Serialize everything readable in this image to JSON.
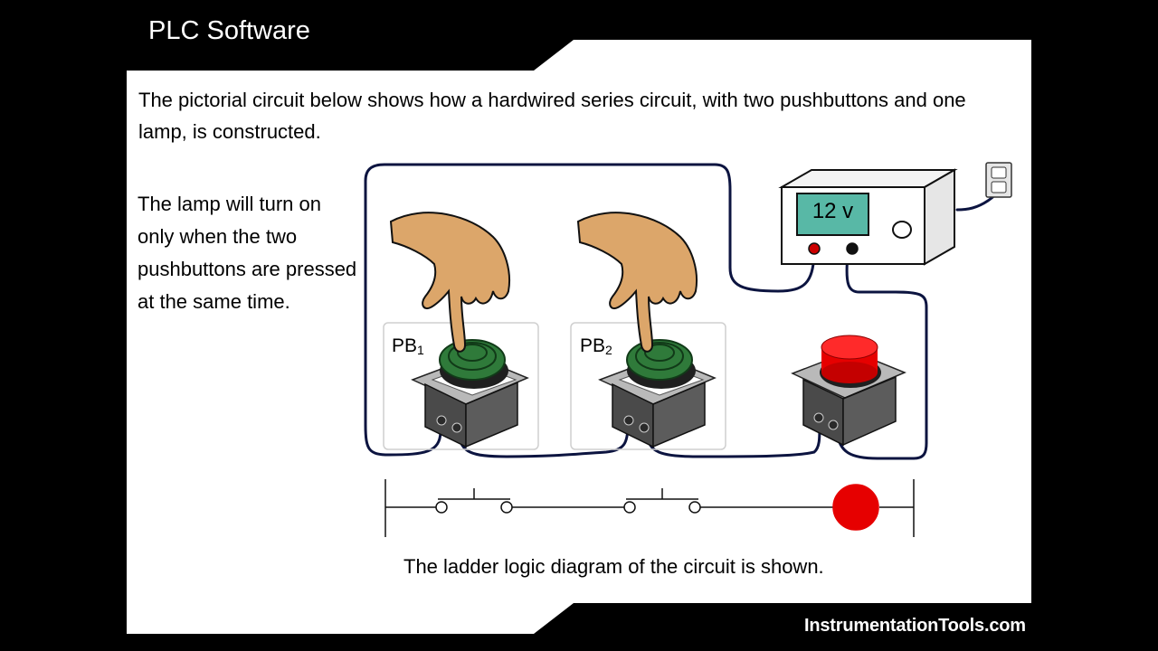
{
  "header": {
    "title": "PLC Software"
  },
  "intro": {
    "text": "The pictorial circuit below shows how a hardwired series circuit, with two pushbuttons and one lamp, is constructed."
  },
  "side_note": {
    "text": "The lamp will turn on only when the two pushbuttons are pressed at the same time."
  },
  "circuit": {
    "pb1": {
      "label": "PB",
      "sub": "1"
    },
    "pb2": {
      "label": "PB",
      "sub": "2"
    },
    "power_supply": {
      "display": "12 v"
    }
  },
  "caption": {
    "text": "The ladder logic diagram of the circuit is shown."
  },
  "footer": {
    "brand": "InstrumentationTools.com"
  },
  "colors": {
    "slide_bg": "#ffffff",
    "frame": "#000000",
    "wire": "#0c1440",
    "button_green": "#2f7a3a",
    "lamp_red": "#e60000",
    "display": "#58b8a6",
    "hand": "#dca66a"
  }
}
